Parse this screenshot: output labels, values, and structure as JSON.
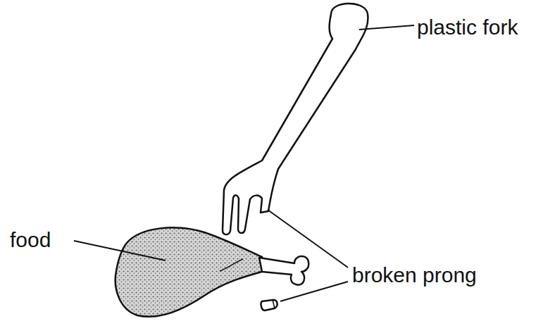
{
  "diagram": {
    "labels": [
      "plastic fork",
      "food",
      "broken prong"
    ]
  }
}
